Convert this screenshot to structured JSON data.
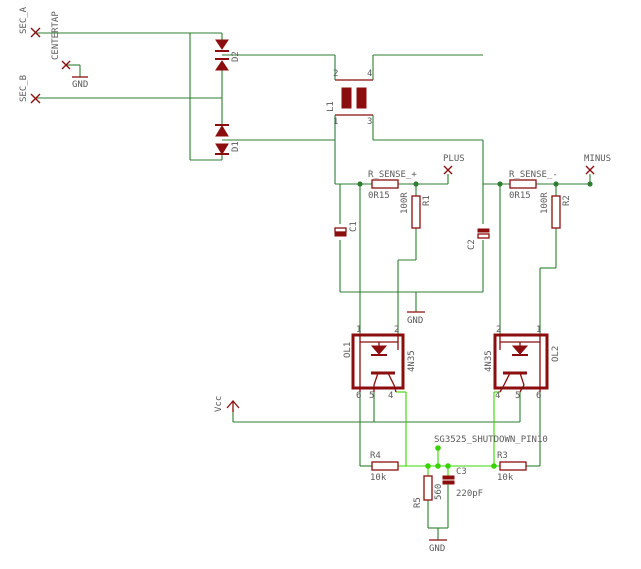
{
  "schematic": {
    "ports": {
      "sec_a": "SEC_A",
      "centertap": "CENTERTAP",
      "sec_b": "SEC_B",
      "plus": "PLUS",
      "minus": "MINUS",
      "vcc": "Vcc",
      "shutdown": "SG3525_SHUTDOWN_PIN10"
    },
    "gnd_label": "GND",
    "components": {
      "d1": {
        "name": "D1"
      },
      "d2": {
        "name": "D2"
      },
      "l1": {
        "name": "L1",
        "pins": [
          "2",
          "4",
          "1",
          "3"
        ]
      },
      "c1": {
        "name": "C1"
      },
      "c2": {
        "name": "C2"
      },
      "c3": {
        "name": "C3",
        "value": "220pF"
      },
      "r_sense_plus": {
        "name": "R_SENSE_+",
        "value": "0R15"
      },
      "r_sense_minus": {
        "name": "R_SENSE_-",
        "value": "0R15"
      },
      "r1": {
        "name": "R1",
        "value": "100R"
      },
      "r2": {
        "name": "R2",
        "value": "100R"
      },
      "r3": {
        "name": "R3",
        "value": "10k"
      },
      "r4": {
        "name": "R4",
        "value": "10k"
      },
      "r5": {
        "name": "R5",
        "value": "560"
      },
      "ol1": {
        "name": "OL1",
        "part": "4N35",
        "pins": [
          "1",
          "2",
          "6",
          "5",
          "4"
        ]
      },
      "ol2": {
        "name": "OL2",
        "part": "4N35",
        "pins": [
          "1",
          "2",
          "4",
          "5",
          "6"
        ]
      }
    }
  }
}
